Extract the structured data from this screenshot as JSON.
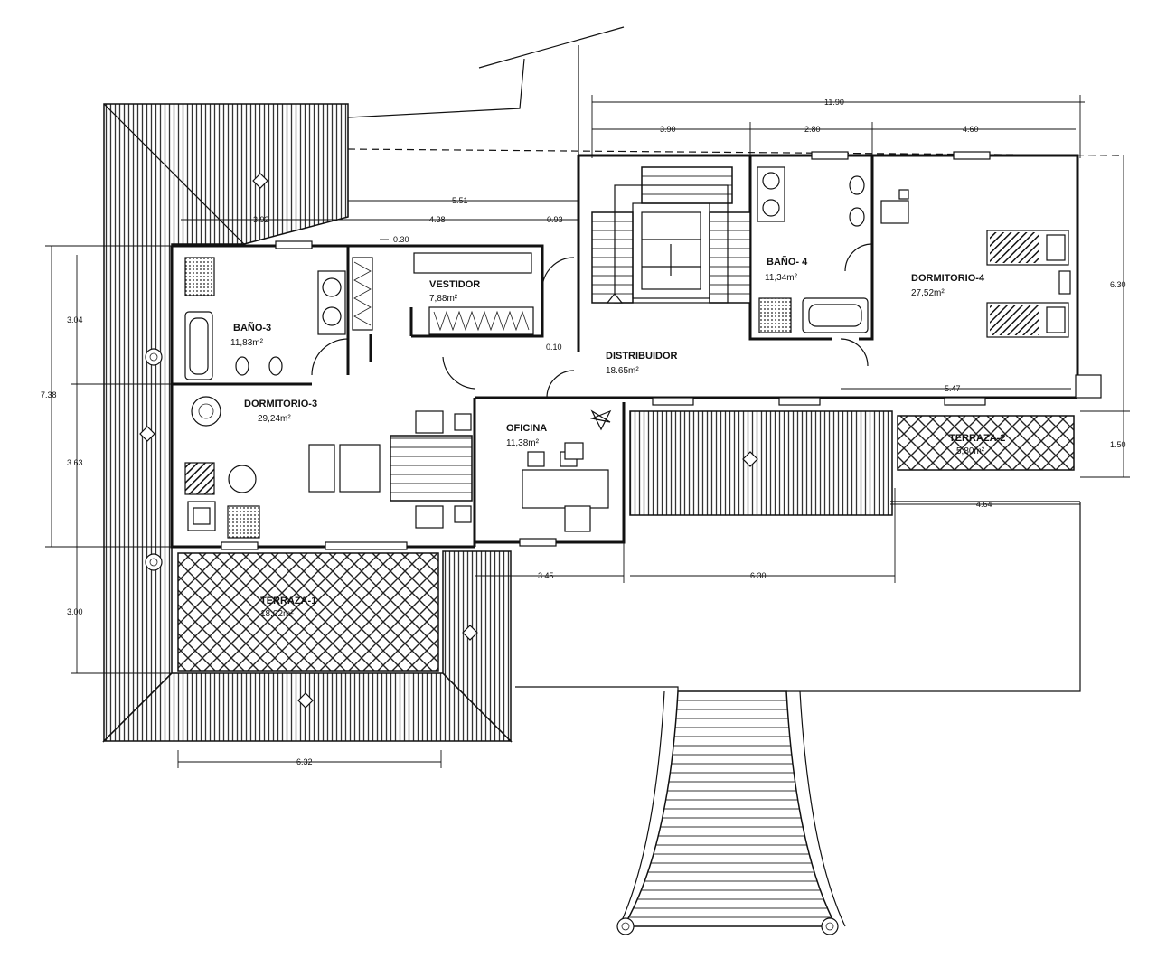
{
  "rooms": {
    "bano3": {
      "name": "BAÑO-3",
      "area": "11,83m²"
    },
    "vestidor": {
      "name": "VESTIDOR",
      "area": "7,88m²"
    },
    "dormitorio3": {
      "name": "DORMITORIO-3",
      "area": "29,24m²"
    },
    "distribuidor": {
      "name": "DISTRIBUIDOR",
      "area": "18.65m²"
    },
    "oficina": {
      "name": "OFICINA",
      "area": "11,38m²"
    },
    "bano4": {
      "name": "BAÑO- 4",
      "area": "11,34m²"
    },
    "dormitorio4": {
      "name": "DORMITORIO-4",
      "area": "27,52m²"
    },
    "terraza1": {
      "name": "TERRAZA-1",
      "area": "18,02m²"
    },
    "terraza2": {
      "name": "TERRAZA-2",
      "area": "5,80m²"
    }
  },
  "dimensions": {
    "d_11_90": "11.90",
    "d_3_90": "3.90",
    "d_2_80": "2.80",
    "d_4_60": "4.60",
    "d_5_51": "5.51",
    "d_3_92": "3.92",
    "d_4_38": "4.38",
    "d_0_93": "0.93",
    "d_0_30": "0.30",
    "d_0_10": "0.10",
    "d_3_04": "3.04",
    "d_7_38": "7.38",
    "d_3_63": "3.63",
    "d_3_00": "3.00",
    "d_6_30_right": "6.30",
    "d_1_50": "1.50",
    "d_5_47": "5.47",
    "d_4_64": "4.64",
    "d_3_45": "3.45",
    "d_6_30_bottom": "6.30",
    "d_6_32": "6.32"
  }
}
